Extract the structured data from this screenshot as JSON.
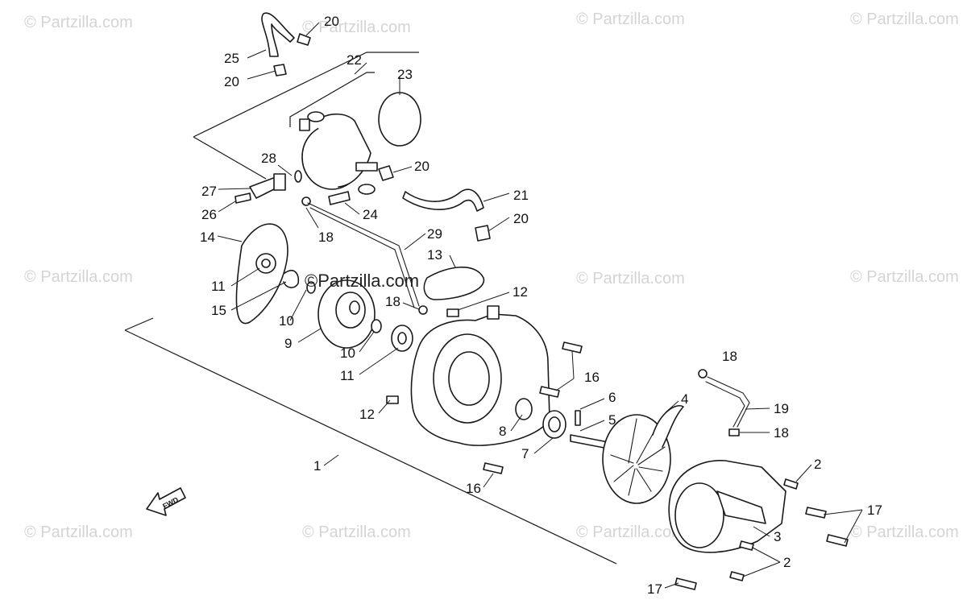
{
  "watermarks": {
    "corner_text": "© Partzilla.com",
    "center_text": "©Partzilla.com"
  },
  "direction_arrow": {
    "label": "FWD"
  },
  "callouts": [
    {
      "label": "20"
    },
    {
      "label": "25"
    },
    {
      "label": "20"
    },
    {
      "label": "22"
    },
    {
      "label": "23"
    },
    {
      "label": "28"
    },
    {
      "label": "20"
    },
    {
      "label": "27"
    },
    {
      "label": "26"
    },
    {
      "label": "24"
    },
    {
      "label": "21"
    },
    {
      "label": "20"
    },
    {
      "label": "14"
    },
    {
      "label": "18"
    },
    {
      "label": "29"
    },
    {
      "label": "13"
    },
    {
      "label": "11"
    },
    {
      "label": "15"
    },
    {
      "label": "12"
    },
    {
      "label": "18"
    },
    {
      "label": "10"
    },
    {
      "label": "9"
    },
    {
      "label": "10"
    },
    {
      "label": "11"
    },
    {
      "label": "16"
    },
    {
      "label": "18"
    },
    {
      "label": "6"
    },
    {
      "label": "4"
    },
    {
      "label": "12"
    },
    {
      "label": "5"
    },
    {
      "label": "19"
    },
    {
      "label": "8"
    },
    {
      "label": "18"
    },
    {
      "label": "7"
    },
    {
      "label": "1"
    },
    {
      "label": "2"
    },
    {
      "label": "16"
    },
    {
      "label": "17"
    },
    {
      "label": "3"
    },
    {
      "label": "2"
    },
    {
      "label": "17"
    }
  ]
}
